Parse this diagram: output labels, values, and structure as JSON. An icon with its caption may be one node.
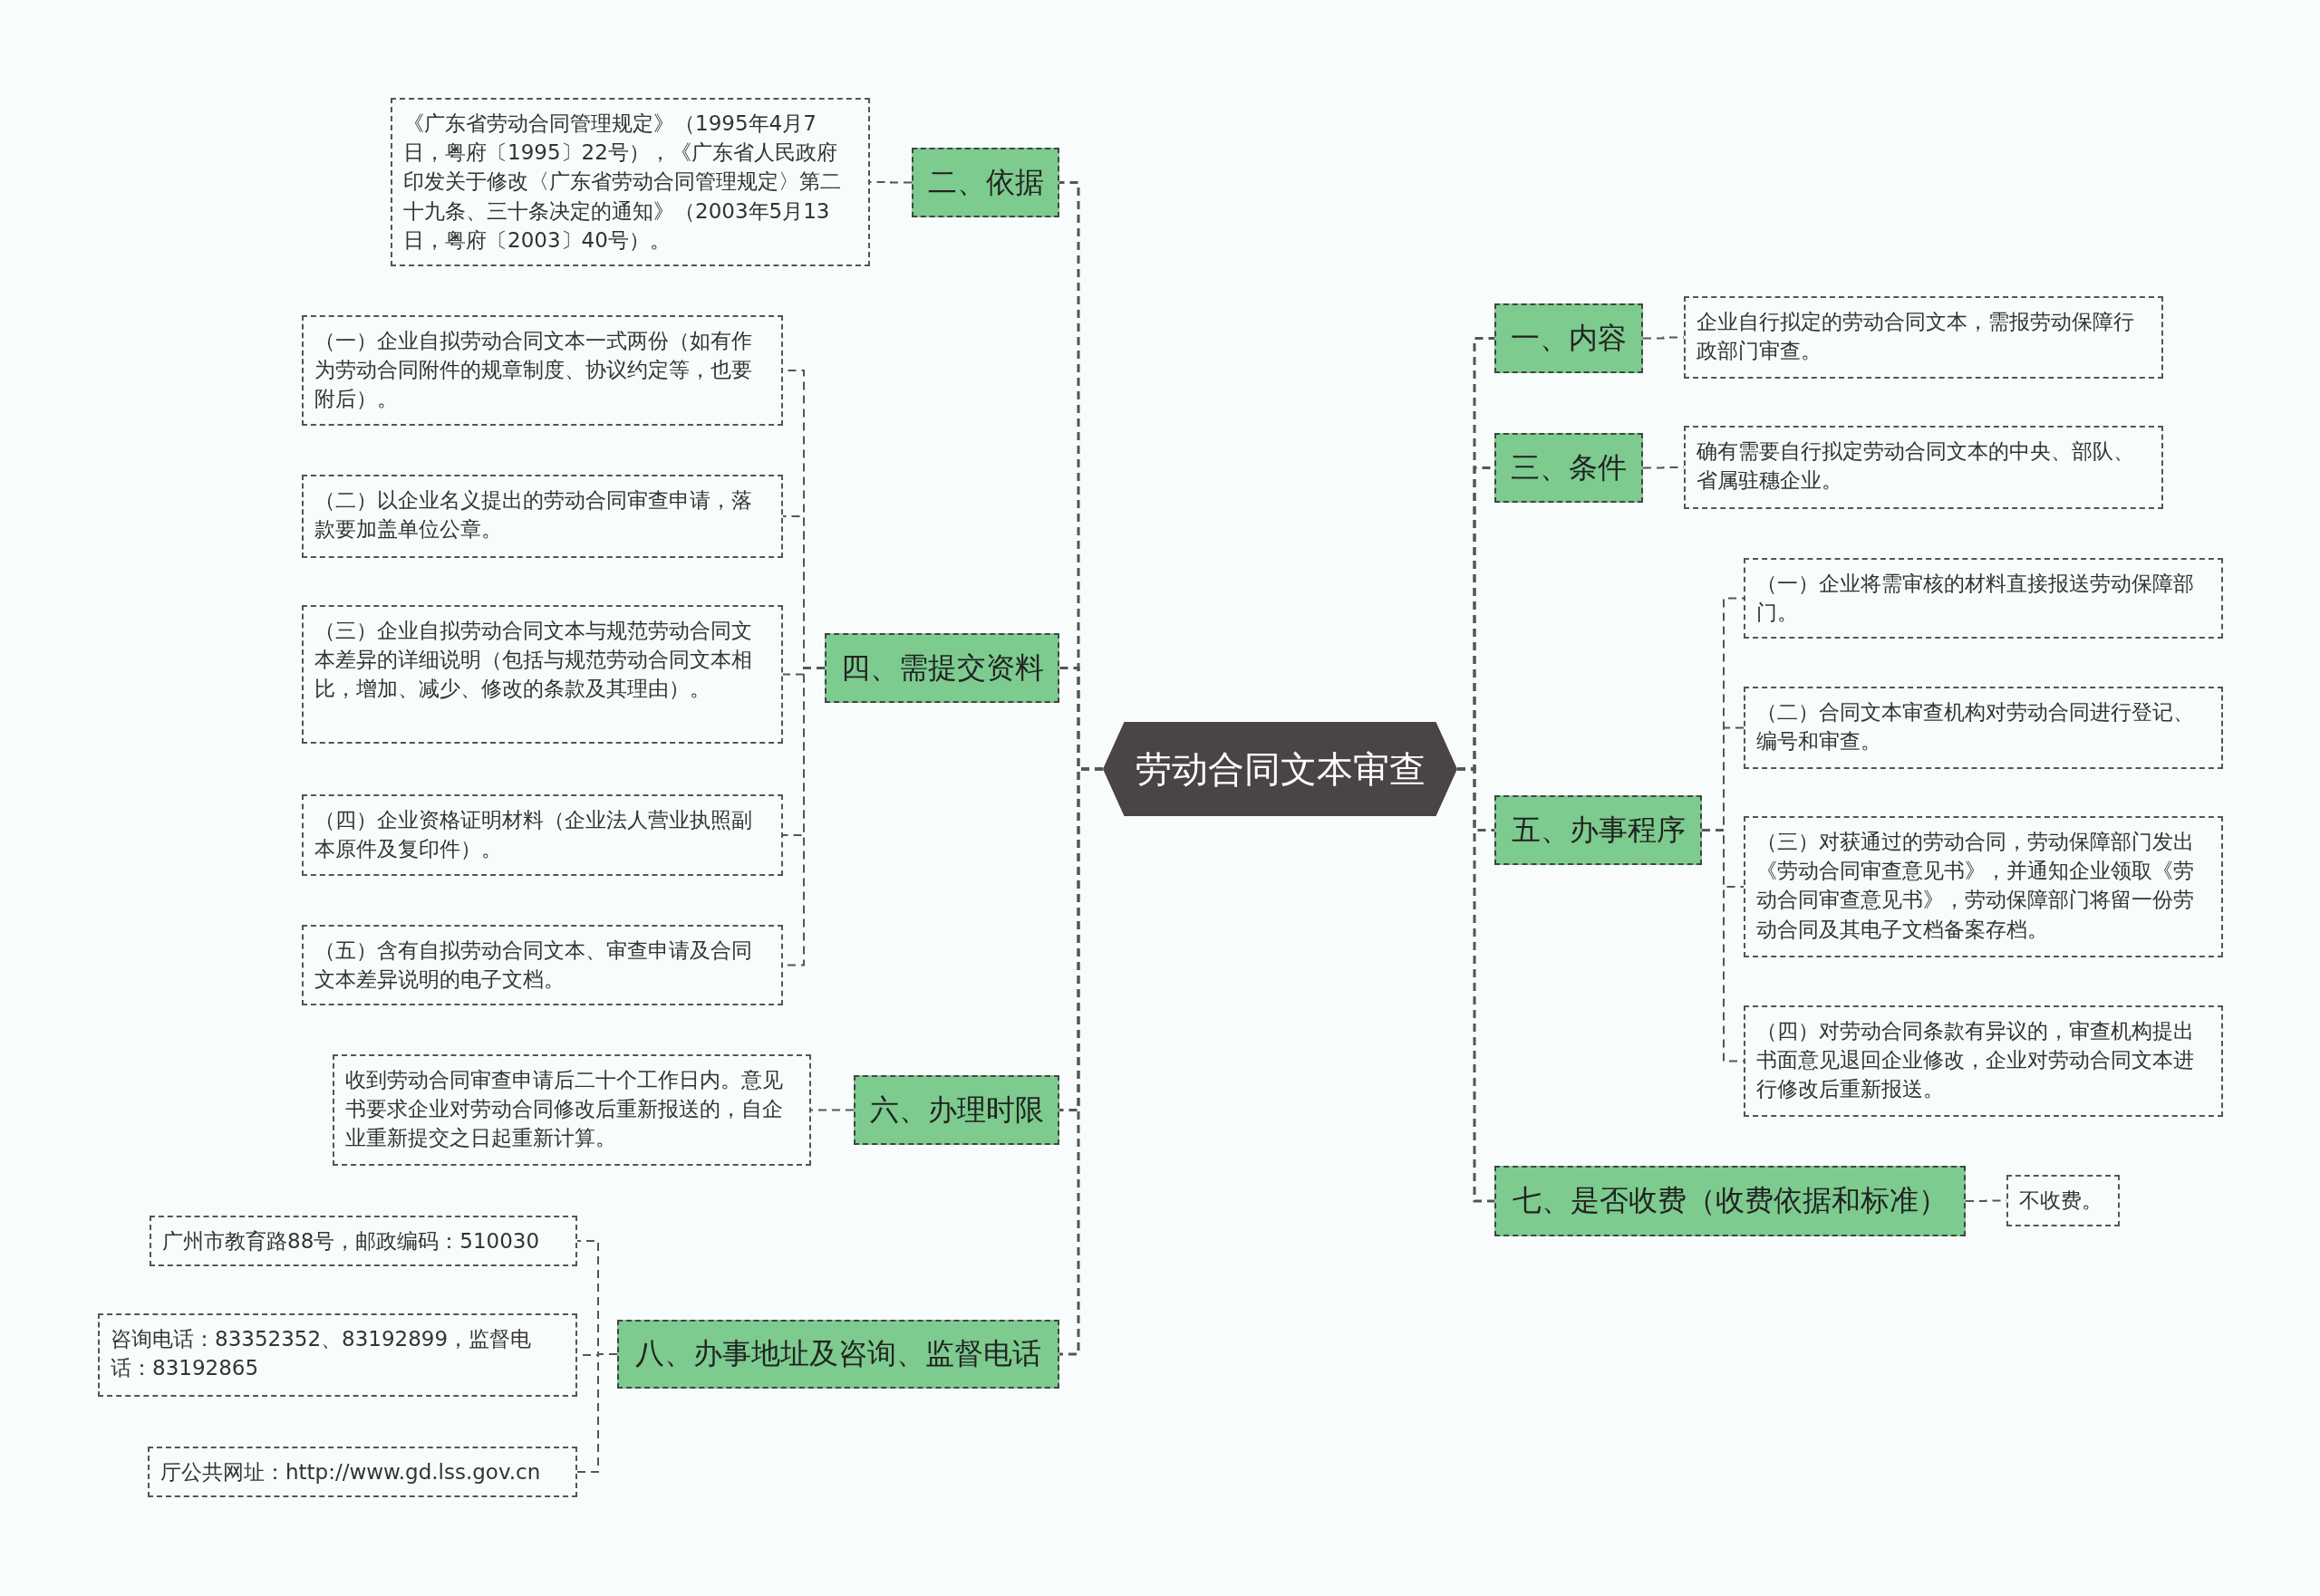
{
  "diagram": {
    "nodes": [
      {
        "text": [
          "劳动合同文本审查"
        ]
      },
      {
        "text": [
          "二、依据"
        ]
      },
      {
        "text": [
          "《广东省劳动合同管理规定》（1995年4月7日，粤府〔1995〕22号），《广东省人民政府印发关于修改〈广东省劳动合同管理规定〉第二十九条、三十条决定的通知》（2003年5月13日，粤府〔2003〕40号）。"
        ]
      },
      {
        "text": [
          "四、需提交资料"
        ]
      },
      {
        "text": [
          "（一）企业自拟劳动合同文本一式两份（如有作为劳动合同附件的规章制度、协议约定等，也要附后）。"
        ]
      },
      {
        "text": [
          "（二）以企业名义提出的劳动合同审查申请，落款要加盖单位公章。"
        ]
      },
      {
        "text": [
          "（三）企业自拟劳动合同文本与规范劳动合同文本差异的详细说明（包括与规范劳动合同文本相比，增加、减少、修改的条款及其理由）。"
        ]
      },
      {
        "text": [
          "（四）企业资格证明材料（企业法人营业执照副本原件及复印件）。"
        ]
      },
      {
        "text": [
          "（五）含有自拟劳动合同文本、审查申请及合同文本差异说明的电子文档。"
        ]
      },
      {
        "text": [
          "六、办理时限"
        ]
      },
      {
        "text": [
          "收到劳动合同审查申请后二十个工作日内。意见书要求企业对劳动合同修改后重新报送的，自企业重新提交之日起重新计算。"
        ]
      },
      {
        "text": [
          "八、办事地址及咨询、监督电话"
        ]
      },
      {
        "text": [
          "广州市教育路88号，邮政编码：510030"
        ]
      },
      {
        "text": [
          "咨询电话：83352352、83192899，监督电话：83192865"
        ]
      },
      {
        "text": [
          "厅公共网址：http://www.gd.lss.gov.cn"
        ]
      },
      {
        "text": [
          "一、内容"
        ]
      },
      {
        "text": [
          "企业自行拟定的劳动合同文本，需报劳动保障行政部门审查。"
        ]
      },
      {
        "text": [
          "三、条件"
        ]
      },
      {
        "text": [
          "确有需要自行拟定劳动合同文本的中央、部队、省属驻穗企业。"
        ]
      },
      {
        "text": [
          "五、办事程序"
        ]
      },
      {
        "text": [
          "（一）企业将需审核的材料直接报送劳动保障部门。"
        ]
      },
      {
        "text": [
          "（二）合同文本审查机构对劳动合同进行登记、编号和审查。"
        ]
      },
      {
        "text": [
          "（三）对获通过的劳动合同，劳动保障部门发出《劳动合同审查意见书》，并通知企业领取《劳动合同审查意见书》，劳动保障部门将留一份劳动合同及其电子文档备案存档。"
        ]
      },
      {
        "text": [
          "（四）对劳动合同条款有异议的，审查机构提出书面意见退回企业修改，企业对劳动合同文本进行修改后重新报送。"
        ]
      },
      {
        "text": [
          "七、是否收费（收费依据和标准）"
        ]
      },
      {
        "text": [
          "不收费。"
        ]
      }
    ],
    "edges": [
      {
        "from": 0,
        "to": 1,
        "arrow": "none"
      },
      {
        "from": 1,
        "to": 2,
        "arrow": "none"
      },
      {
        "from": 0,
        "to": 3,
        "arrow": "none"
      },
      {
        "from": 3,
        "to": 4,
        "arrow": "none"
      },
      {
        "from": 3,
        "to": 5,
        "arrow": "none"
      },
      {
        "from": 3,
        "to": 6,
        "arrow": "none"
      },
      {
        "from": 3,
        "to": 7,
        "arrow": "none"
      },
      {
        "from": 3,
        "to": 8,
        "arrow": "none"
      },
      {
        "from": 0,
        "to": 9,
        "arrow": "none"
      },
      {
        "from": 9,
        "to": 10,
        "arrow": "none"
      },
      {
        "from": 0,
        "to": 11,
        "arrow": "none"
      },
      {
        "from": 11,
        "to": 12,
        "arrow": "none"
      },
      {
        "from": 11,
        "to": 13,
        "arrow": "none"
      },
      {
        "from": 11,
        "to": 14,
        "arrow": "none"
      },
      {
        "from": 0,
        "to": 15,
        "arrow": "none"
      },
      {
        "from": 15,
        "to": 16,
        "arrow": "none"
      },
      {
        "from": 0,
        "to": 17,
        "arrow": "none"
      },
      {
        "from": 17,
        "to": 18,
        "arrow": "none"
      },
      {
        "from": 0,
        "to": 19,
        "arrow": "none"
      },
      {
        "from": 19,
        "to": 20,
        "arrow": "none"
      },
      {
        "from": 19,
        "to": 21,
        "arrow": "none"
      },
      {
        "from": 19,
        "to": 22,
        "arrow": "none"
      },
      {
        "from": 19,
        "to": 23,
        "arrow": "none"
      },
      {
        "from": 0,
        "to": 24,
        "arrow": "none"
      },
      {
        "from": 24,
        "to": 25,
        "arrow": "none"
      }
    ]
  }
}
